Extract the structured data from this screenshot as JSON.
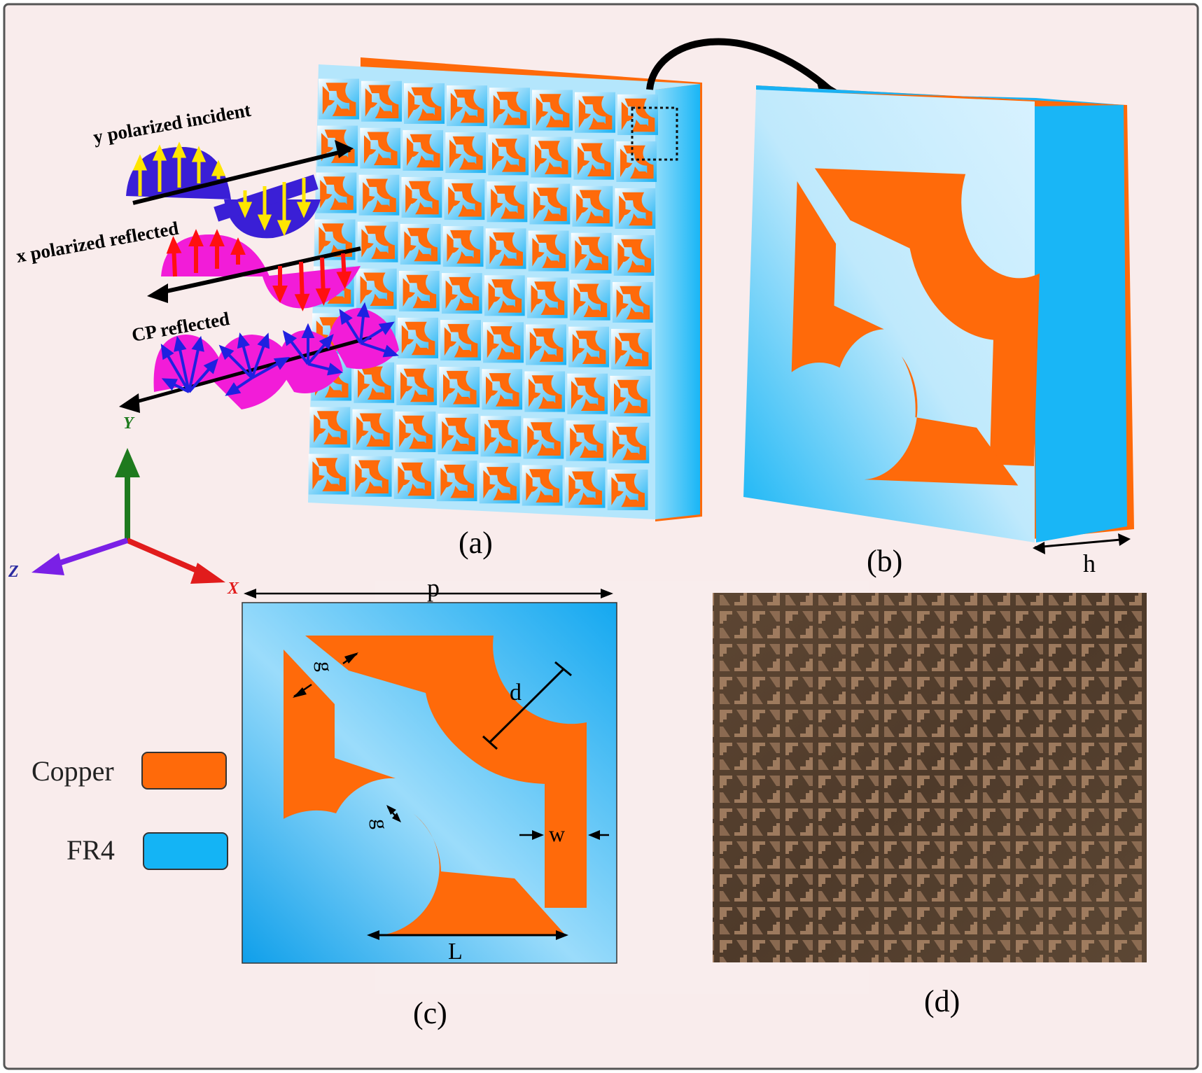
{
  "colors": {
    "background": "#f9ecec",
    "border": "#555555",
    "copper": "#ff6a0a",
    "fr4": "#14b4f5",
    "fr4_light": "#e2f5ff",
    "wave_blue": "#3a1fd6",
    "wave_magenta": "#f21cd8",
    "arrow_yellow": "#ffe600",
    "arrow_red": "#ff1010",
    "axis_y": "#1e7a1e",
    "axis_x": "#e11c1c",
    "axis_z": "#7a20e6",
    "photo": "#5a4330"
  },
  "labels": {
    "wave_incident": "y polarized incident",
    "wave_x_reflected": "x polarized reflected",
    "wave_cp_reflected": "CP reflected",
    "axis_y": "Y",
    "axis_x": "X",
    "axis_z": "Z",
    "panel_a": "(a)",
    "panel_b": "(b)",
    "panel_c": "(c)",
    "panel_d": "(d)",
    "dim_h": "h",
    "dim_p": "p",
    "dim_d": "d",
    "dim_g_top": "g",
    "dim_g_mid": "g",
    "dim_w": "w",
    "dim_L": "L"
  },
  "legend": [
    {
      "label": "Copper",
      "color_key": "copper"
    },
    {
      "label": "FR4",
      "color_key": "fr4"
    }
  ],
  "array": {
    "rows": 9,
    "cols": 8
  }
}
